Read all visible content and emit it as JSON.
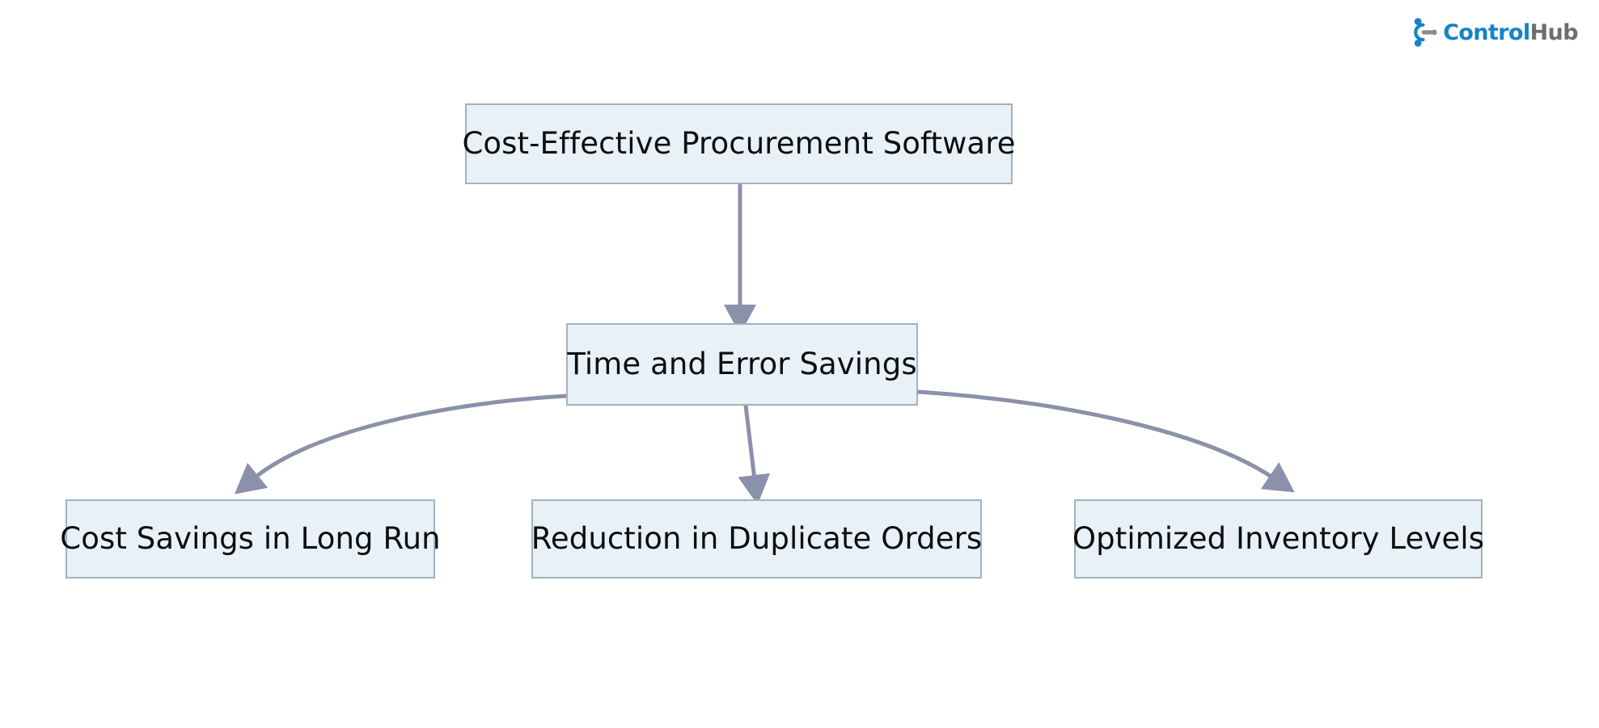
{
  "brand": {
    "logo_icon": "controlhub-node-logo-icon",
    "name_primary": "Control",
    "name_secondary": "Hub",
    "color_primary": "#1583c6",
    "color_secondary": "#6d6e71"
  },
  "diagram": {
    "type": "flowchart",
    "direction": "top-down",
    "node_fill": "#e8f1f8",
    "node_border": "#9fb3c0",
    "edge_color": "#8b90ab",
    "background": "#ffffff",
    "nodes": [
      {
        "id": "root",
        "label": "Cost-Effective Procurement Software"
      },
      {
        "id": "mid",
        "label": "Time and Error Savings"
      },
      {
        "id": "leaf-0",
        "label": "Cost Savings in Long Run"
      },
      {
        "id": "leaf-1",
        "label": "Reduction in Duplicate Orders"
      },
      {
        "id": "leaf-2",
        "label": "Optimized Inventory Levels"
      }
    ],
    "edges": [
      {
        "from": "root",
        "to": "mid",
        "style": "straight-arrow"
      },
      {
        "from": "mid",
        "to": "leaf-0",
        "style": "curved-arrow"
      },
      {
        "from": "mid",
        "to": "leaf-1",
        "style": "straight-arrow"
      },
      {
        "from": "mid",
        "to": "leaf-2",
        "style": "curved-arrow"
      }
    ]
  }
}
